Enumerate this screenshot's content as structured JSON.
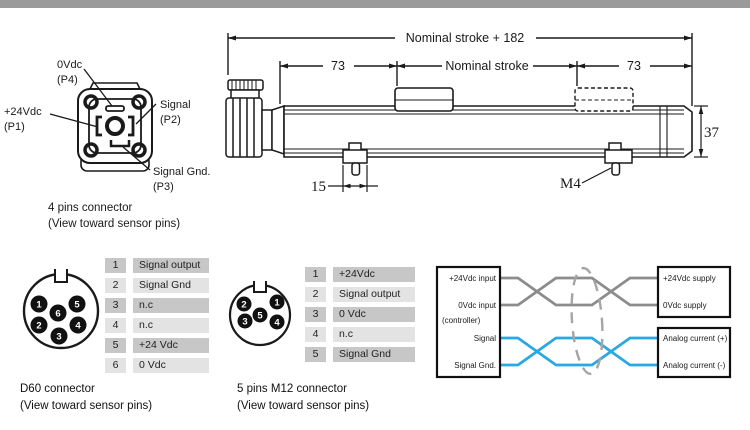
{
  "four_pin": {
    "labels": {
      "p4_line1": "0Vdc",
      "p4_line2": "(P4)",
      "p1_line1": "+24Vdc",
      "p1_line2": "(P1)",
      "p2_line1": "Signal",
      "p2_line2": "(P2)",
      "p3_line1": "Signal Gnd.",
      "p3_line2": "(P3)"
    },
    "caption1": "4 pins connector",
    "caption2": "(View toward sensor pins)"
  },
  "drawing": {
    "dim_overall": "Nominal stroke + 182",
    "dim_left": "73",
    "dim_mid": "Nominal stroke",
    "dim_right": "73",
    "dim_height": "37",
    "dim_clamp": "15",
    "label_screw": "M4"
  },
  "d60": {
    "caption1": "D60 connector",
    "caption2": "(View toward sensor pins)",
    "pins": {
      "p1": "1",
      "p2": "2",
      "p3": "3",
      "p4": "4",
      "p5": "5",
      "p6": "6"
    },
    "table": [
      {
        "pin": "1",
        "desc": "Signal output"
      },
      {
        "pin": "2",
        "desc": "Signal Gnd"
      },
      {
        "pin": "3",
        "desc": "n.c"
      },
      {
        "pin": "4",
        "desc": "n.c"
      },
      {
        "pin": "5",
        "desc": "+24 Vdc"
      },
      {
        "pin": "6",
        "desc": "0 Vdc"
      }
    ]
  },
  "m12": {
    "caption1": "5 pins M12 connector",
    "caption2": "(View toward sensor pins)",
    "pins": {
      "p1": "1",
      "p2": "2",
      "p3": "3",
      "p4": "4",
      "p5": "5"
    },
    "table": [
      {
        "pin": "1",
        "desc": "+24Vdc"
      },
      {
        "pin": "2",
        "desc": "Signal output"
      },
      {
        "pin": "3",
        "desc": "0 Vdc"
      },
      {
        "pin": "4",
        "desc": "n.c"
      },
      {
        "pin": "5",
        "desc": "Signal Gnd"
      }
    ]
  },
  "wiring": {
    "left_box": {
      "l1": "+24Vdc input",
      "l2": "0Vdc input",
      "l3": "(controller)",
      "l4": "Signal",
      "l5": "Signal Gnd."
    },
    "top_box": {
      "l1": "+24Vdc supply",
      "l2": "0Vdc supply"
    },
    "bottom_box": {
      "l1": "Analog current (+)",
      "l2": "Analog current (-)"
    }
  },
  "colors": {
    "top_bar": "#9a9a9a",
    "line": "#1a1a1a",
    "table_row_dark": "#c7c7c7",
    "table_row_light": "#e3e3e3",
    "wire_gray": "#8c8c8c",
    "wire_blue": "#29a9e1",
    "shield_dash": "#a5a5a5"
  }
}
